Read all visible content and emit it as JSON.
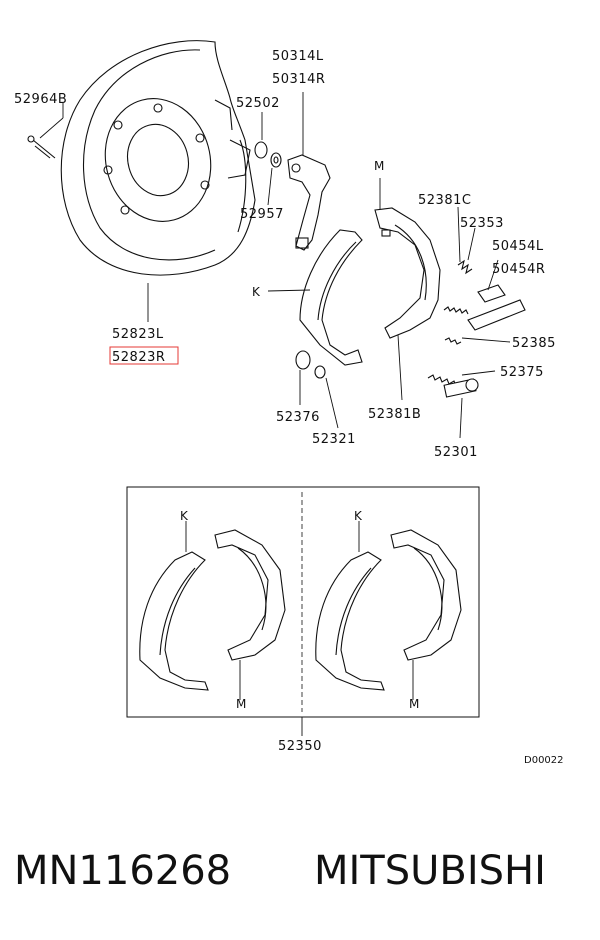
{
  "labels": {
    "p52964B": "52964B",
    "p50314L": "50314L",
    "p50314R": "50314R",
    "p52502": "52502",
    "p52957": "52957",
    "p52823L": "52823L",
    "p52823R": "52823R",
    "pM_top": "M",
    "pK_top": "K",
    "p52381C": "52381C",
    "p52353": "52353",
    "p50454L": "50454L",
    "p50454R": "50454R",
    "p52385": "52385",
    "p52375": "52375",
    "p52376": "52376",
    "p52321": "52321",
    "p52381B": "52381B",
    "p52301": "52301",
    "pK_left": "K",
    "pM_left": "M",
    "pK_right": "K",
    "pM_right": "M",
    "p52350": "52350",
    "ref": "D00022"
  },
  "footer": {
    "part_number": "MN116268",
    "brand": "MITSUBISHI"
  },
  "colors": {
    "line": "#111111",
    "highlight": "#e53935"
  }
}
